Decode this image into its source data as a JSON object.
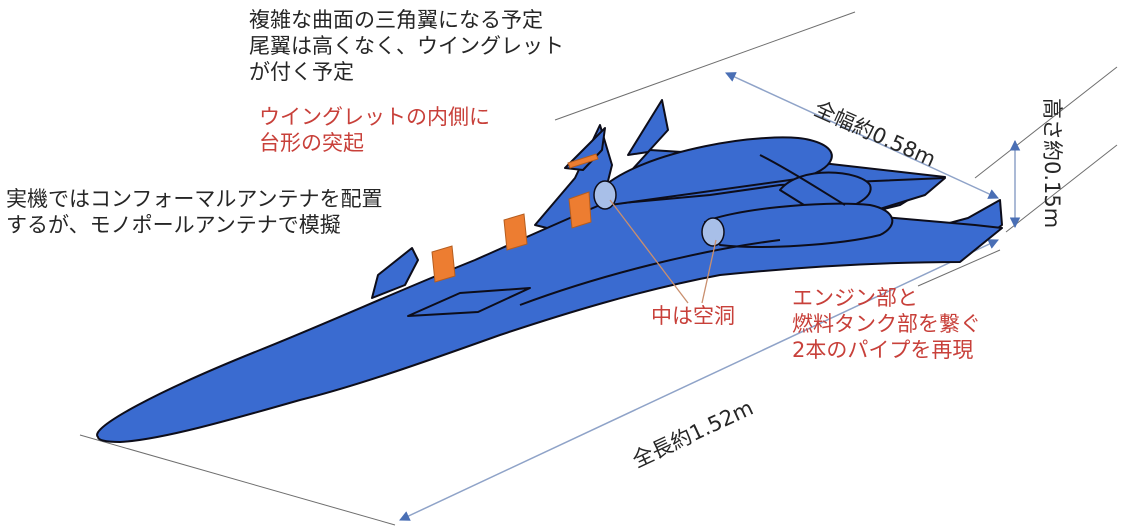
{
  "annotations": {
    "wing_note": [
      "複雑な曲面の三角翼になる予定",
      "尾翼は高くなく、ウイングレット",
      "が付く予定"
    ],
    "winglet_bump": [
      "ウイングレットの内側に",
      "台形の突起"
    ],
    "antenna_note": [
      "実機ではコンフォーマルアンテナを配置",
      "するが、モノポールアンテナで模擬"
    ],
    "hollow": "中は空洞",
    "pipes": [
      "エンジン部と",
      "燃料タンク部を繋ぐ",
      "2本のパイプを再現"
    ]
  },
  "dimensions": {
    "span": "全幅約0.58m",
    "height": "高さ約0.15m",
    "length": "全長約1.52m"
  },
  "colors": {
    "body": "#3a6bd0",
    "outline": "#0d0d1a",
    "antenna": "#ed7d31",
    "dimension_line": "#8fa3c8",
    "pointer": "#c98f6e",
    "red_text": "#c8403a",
    "dark_text": "#262626",
    "intake": "#a8bfe8"
  }
}
